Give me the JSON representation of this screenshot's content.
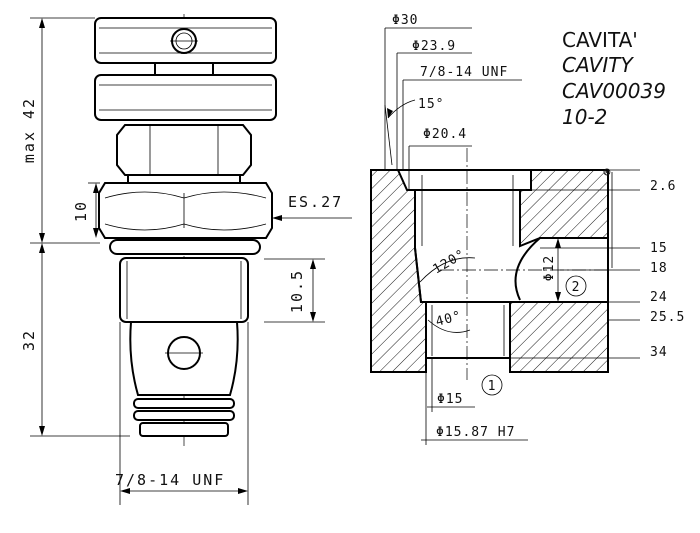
{
  "title": {
    "line1": "CAVITA'",
    "line2": "CAVITY",
    "line3": "CAV00039",
    "line4": "10-2"
  },
  "left_view": {
    "max_height": "max 42",
    "nut_height": "10",
    "wrench_size": "ES.27",
    "lower_height": "32",
    "thread_length": "10.5",
    "thread": "7/8-14 UNF"
  },
  "cavity": {
    "dia_top": "Φ30",
    "dia_counterbore": "Φ23.9",
    "thread": "7/8-14 UNF",
    "chamfer_angle": "15°",
    "dia_thread_minor": "Φ20.4",
    "depth_1": "2.6",
    "depth_2": "15",
    "depth_3": "18",
    "depth_4": "24",
    "depth_5": "25.5",
    "depth_6": "34",
    "dia_port_2": "Φ12",
    "angle_120": "120°",
    "angle_40": "40°",
    "port_2": "2",
    "port_1": "1",
    "dia_bottom": "Φ15",
    "dia_bore": "Φ15.87 H7"
  }
}
